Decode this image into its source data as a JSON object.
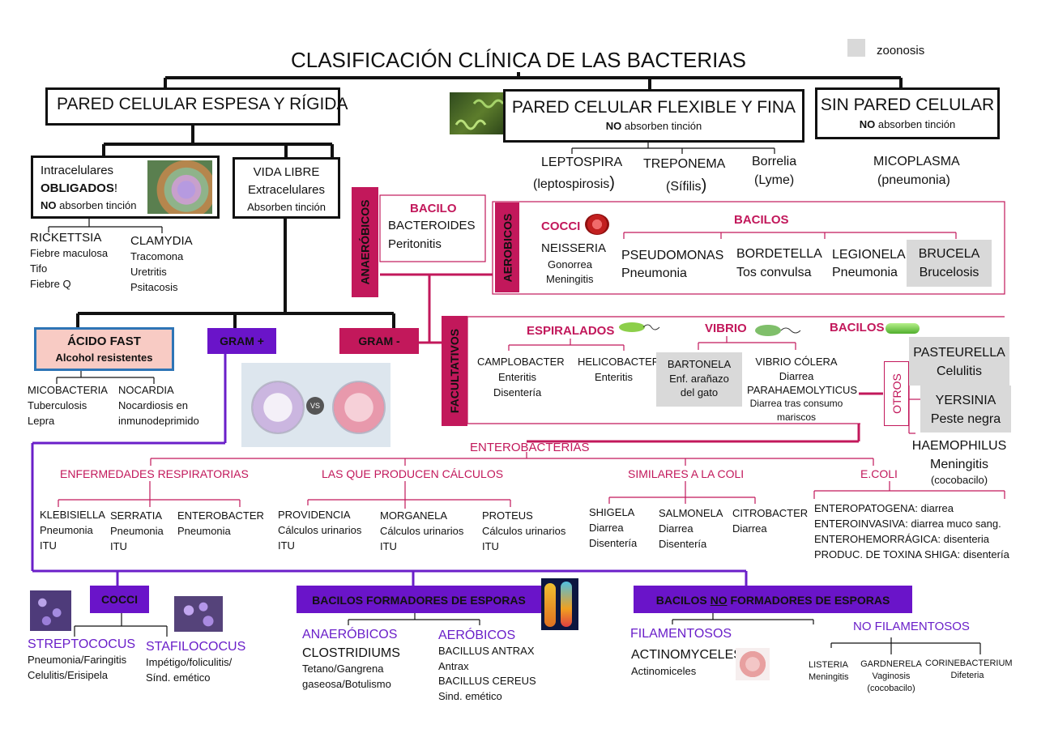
{
  "title": "CLASIFICACIÓN CLÍNICA DE LAS BACTERIAS",
  "legend": {
    "label": "zoonosis",
    "swatch_color": "#d9d9d9"
  },
  "colors": {
    "magenta": "#c2185b",
    "purple": "#6a1fc9",
    "purple_fill": "#6a14c9",
    "magenta_fill": "#c2185b",
    "acid_fill": "#f8cbc4",
    "acid_border": "#2e75b6",
    "grey": "#d9d9d9"
  },
  "thick_wall": {
    "title": "PARED CELULAR ESPESA Y RÍGIDA",
    "intracellular": {
      "line1": "Intracelulares",
      "line2": "OBLIGADOS",
      "line2_suffix": "!",
      "no": "NO",
      "line3": " absorben tinción"
    },
    "free_life": {
      "line1": "VIDA LIBRE",
      "line2": "Extracelulares",
      "line3": "Absorben tinción"
    },
    "rickettsia": {
      "name": "RICKETTSIA",
      "d1": "Fiebre maculosa",
      "d2": "Tifo",
      "d3": "Fiebre Q"
    },
    "chlamydia": {
      "name": "CLAMYDIA",
      "d1": "Tracomona",
      "d2": "Uretritis",
      "d3": "Psitacosis"
    },
    "acid_fast": {
      "title": "ÁCIDO FAST",
      "sub": "Alcohol resistentes"
    },
    "gram_pos": "GRAM +",
    "gram_neg": "GRAM -",
    "mycobacteria": {
      "name": "MICOBACTERIA",
      "d1": "Tuberculosis",
      "d2": "Lepra"
    },
    "nocardia": {
      "name": "NOCARDIA",
      "d1": "Nocardiosis en",
      "d2": "inmunodeprimido"
    }
  },
  "flexible_wall": {
    "title": "PARED CELULAR FLEXIBLE Y FINA",
    "no": "NO",
    "sub": " absorben tinción",
    "leptospira": {
      "name": "LEPTOSPIRA",
      "d": "(leptospirosis",
      "close": ")"
    },
    "treponema": {
      "name": "TREPONEMA",
      "d": "(Sífilis",
      "close": ")"
    },
    "borrelia": {
      "name": "Borrelia",
      "d": "(Lyme)"
    }
  },
  "no_wall": {
    "title": "SIN PARED CELULAR",
    "no": "NO",
    "sub": " absorben tinción",
    "mycoplasma": {
      "name": "MICOPLASMA",
      "d": "(pneumonia)"
    }
  },
  "anaerobic": {
    "label": "ANAERÓBICOS",
    "head": "BACILO",
    "name": "BACTEROIDES",
    "d": "Peritonitis"
  },
  "aerobic": {
    "label": "AEROBICOS",
    "cocci": {
      "head": "COCCI",
      "name": "NEISSERIA",
      "d1": "Gonorrea",
      "d2": "Meningitis"
    },
    "bacilli_head": "BACILOS",
    "pseudomonas": {
      "name": "PSEUDOMONAS",
      "d": "Pneumonia"
    },
    "bordetella": {
      "name": "BORDETELLA",
      "d": "Tos convulsa"
    },
    "legionela": {
      "name": "LEGIONELA",
      "d": "Pneumonia"
    },
    "brucela": {
      "name": "BRUCELA",
      "d": "Brucelosis"
    }
  },
  "facultative": {
    "label": "FACULTATIVOS",
    "spirals_head": "ESPIRALADOS",
    "camplobacter": {
      "name": "CAMPLOBACTER",
      "d1": "Enteritis",
      "d2": "Disentería"
    },
    "helicobacter": {
      "name": "HELICOBACTER",
      "d1": "Enteritis"
    },
    "vibrio_head": "VIBRIO",
    "bartonela": {
      "name": "BARTONELA",
      "d1": "Enf. arañazo",
      "d2": "del gato"
    },
    "vibrio_colera": {
      "name": "VIBRIO CÓLERA",
      "d1": "Diarrea",
      "d2": "PARAHAEMOLYTICUS",
      "d3": "Diarrea tras consumo",
      "d4": "mariscos"
    },
    "bacilli_head": "BACILOS",
    "others_label": "OTROS",
    "pasteurella": {
      "name": "PASTEURELLA",
      "d": "Celulitis"
    },
    "yersinia": {
      "name": "YERSINIA",
      "d": "Peste negra"
    },
    "haemophilus": {
      "name": "HAEMOPHILUS",
      "d1": "Meningitis",
      "d2": "(cocobacilo)"
    }
  },
  "enterobacteria": {
    "head": "ENTEROBACTERIAS",
    "resp": {
      "head": "ENFERMEDADES RESPIRATORIAS",
      "items": [
        {
          "name": "KLEBISIELLA",
          "d1": "Pneumonia",
          "d2": "ITU"
        },
        {
          "name": "SERRATIA",
          "d1": "Pneumonia",
          "d2": "ITU"
        },
        {
          "name": "ENTEROBACTER",
          "d1": "Pneumonia",
          "d2": ""
        }
      ]
    },
    "stones": {
      "head": "LAS QUE PRODUCEN CÁLCULOS",
      "items": [
        {
          "name": "PROVIDENCIA",
          "d1": "Cálculos urinarios",
          "d2": "ITU"
        },
        {
          "name": "MORGANELA",
          "d1": "Cálculos urinarios",
          "d2": "ITU"
        },
        {
          "name": "PROTEUS",
          "d1": "Cálculos urinarios",
          "d2": "ITU"
        }
      ]
    },
    "coli_like": {
      "head": "SIMILARES A LA COLI",
      "items": [
        {
          "name": "SHIGELA",
          "d1": "Diarrea",
          "d2": "Disentería"
        },
        {
          "name": "SALMONELA",
          "d1": "Diarrea",
          "d2": "Disentería"
        },
        {
          "name": "CITROBACTER",
          "d1": "Diarrea",
          "d2": ""
        }
      ]
    },
    "ecoli": {
      "head": "E.COLI",
      "lines": [
        "ENTEROPATOGENA: diarrea",
        "ENTEROINVASIVA: diarrea muco sang.",
        "ENTEROHEMORRÁGICA: disenteria",
        "PRODUC. DE TOXINA SHIGA: disentería"
      ]
    }
  },
  "gram_positive": {
    "cocci": {
      "head": "COCCI",
      "strepto": {
        "name": "STREPTOCOCUS",
        "d1": "Pneumonia/Faringitis",
        "d2": "Celulitis/Erisipela"
      },
      "staphylo": {
        "name": "STAFILOCOCUS",
        "d1": "Impétigo/foliculitis/",
        "d2": "Sínd. emético"
      }
    },
    "spore": {
      "head": "BACILOS FORMADORES DE ESPORAS",
      "anaerobic": {
        "head": "ANAERÓBICOS",
        "name": "CLOSTRIDIUMS",
        "d1": "Tetano/Gangrena",
        "d2": "gaseosa/Botulismo"
      },
      "aerobic": {
        "head": "AERÓBICOS",
        "name1": "BACILLUS ANTRAX",
        "d1": "Antrax",
        "name2": "BACILLUS CEREUS",
        "d2": "Sind. emético"
      }
    },
    "non_spore": {
      "head_pre": "BACILOS ",
      "head_no": "NO",
      "head_post": " FORMADORES DE ESPORAS",
      "filamentous": {
        "head": "FILAMENTOSOS",
        "name": "ACTINOMYCELES",
        "d": "Actinomiceles"
      },
      "non_filamentous": {
        "head": "NO FILAMENTOSOS",
        "listeria": {
          "name": "LISTERIA",
          "d": "Meningitis"
        },
        "gardnerela": {
          "name": "GARDNERELA",
          "d1": "Vaginosis",
          "d2": "(cocobacilo)"
        },
        "corine": {
          "name": "CORINEBACTERIUM",
          "d": "Difeteria"
        }
      }
    }
  }
}
